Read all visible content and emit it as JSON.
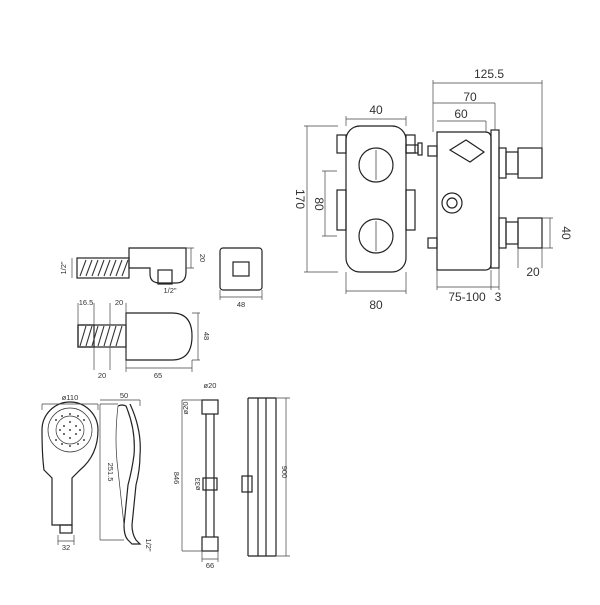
{
  "dims": {
    "valve_front": {
      "width_top": "40",
      "height": "170",
      "inner": "80",
      "width_bottom": "80"
    },
    "valve_side": {
      "overall": "125.5",
      "d70": "70",
      "d60": "60",
      "d40": "40",
      "d20": "20",
      "depth": "75-100",
      "d3": "3"
    },
    "outlet_elbow": {
      "thread_left": "1/2\"",
      "thread_bottom": "1/2\"",
      "h": "20",
      "w": "48"
    },
    "wall_bracket": {
      "d16_5": "16.5",
      "d20_top": "20",
      "d48": "48",
      "d20_bottom": "20",
      "d65": "65"
    },
    "handset": {
      "dia": "ø110",
      "depth": "50",
      "length": "251.5",
      "base": "32",
      "thread": "1/2\""
    },
    "rail": {
      "d20_top": "ø20",
      "d20_side": "ø20",
      "d846": "846",
      "d33": "ø33",
      "d66": "66",
      "d900": "900"
    }
  }
}
